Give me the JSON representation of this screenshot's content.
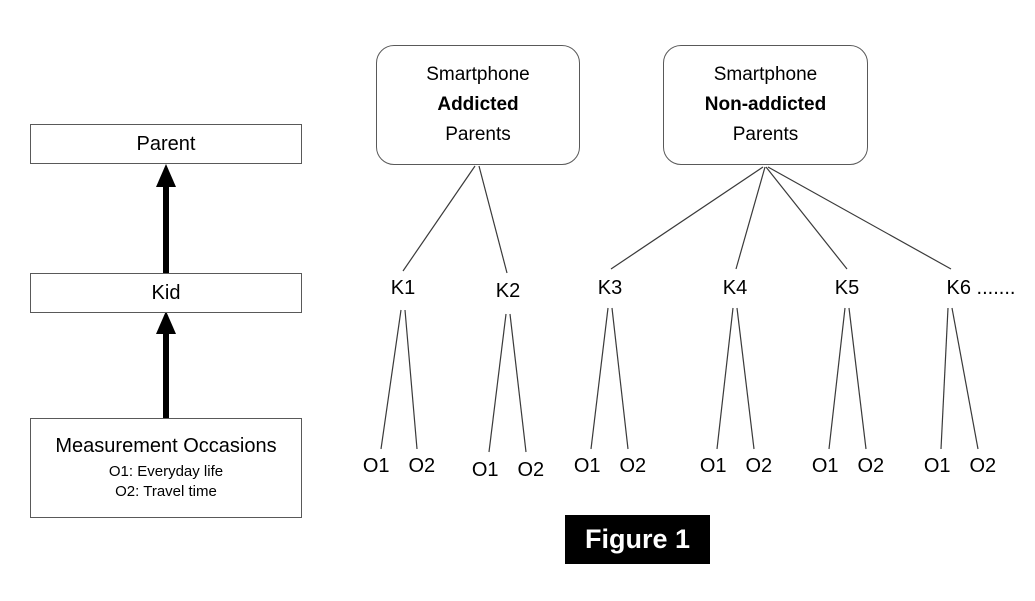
{
  "figure": {
    "caption": "Figure 1"
  },
  "hierarchy": {
    "parent": "Parent",
    "kid": "Kid",
    "measurement": {
      "title": "Measurement Occasions",
      "items": [
        "O1: Everyday life",
        "O2: Travel time"
      ]
    }
  },
  "groups": [
    {
      "line1": "Smartphone",
      "line2": "Addicted",
      "line3": "Parents"
    },
    {
      "line1": "Smartphone",
      "line2": "Non-addicted",
      "line3": "Parents"
    }
  ],
  "kids": [
    {
      "label": "K1"
    },
    {
      "label": "K2"
    },
    {
      "label": "K3"
    },
    {
      "label": "K4"
    },
    {
      "label": "K5"
    },
    {
      "label": "K6 ......."
    }
  ],
  "occasions": {
    "first": "O1",
    "second": "O2"
  },
  "colors": {
    "line": "#3a3a3a",
    "arrow": "#000000",
    "caption_bg": "#000000",
    "caption_fg": "#ffffff"
  }
}
